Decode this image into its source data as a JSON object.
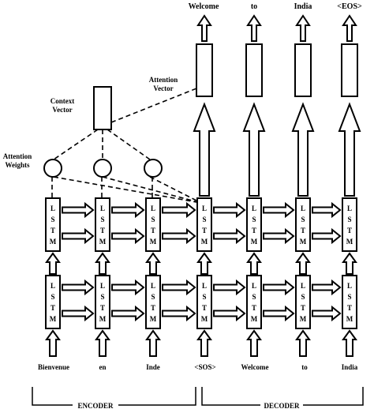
{
  "output_words": [
    "Welcome",
    "to",
    "India",
    "<EOS>"
  ],
  "input_words": [
    "Bienvenue",
    "en",
    "Inde",
    "<SOS>",
    "Welcome",
    "to",
    "India"
  ],
  "labels": {
    "attention_vector": [
      "Attention",
      "Vector"
    ],
    "context_vector": [
      "Context",
      "Vector"
    ],
    "attention_weights": [
      "Attention",
      "Weights"
    ],
    "encoder": "ENCODER",
    "decoder": "DECODER"
  },
  "lstm_letters": [
    "L",
    "S",
    "T",
    "M"
  ],
  "colors": {
    "stroke": "#000000",
    "background": "#ffffff"
  }
}
